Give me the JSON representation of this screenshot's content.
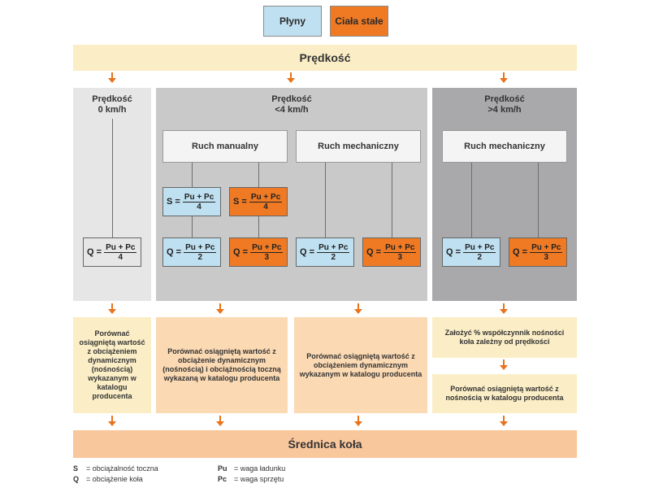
{
  "legend_top": {
    "fluids": "Płyny",
    "solids": "Ciała stałe"
  },
  "speed_band": "Prędkość",
  "panels": {
    "zero": {
      "title1": "Prędkość",
      "title2": "0 km/h"
    },
    "low": {
      "title1": "Prędkość",
      "title2": "<4 km/h"
    },
    "high": {
      "title1": "Prędkość",
      "title2": ">4 km/h"
    }
  },
  "modes": {
    "manual": "Ruch manualny",
    "mechanical_low": "Ruch mechaniczny",
    "mechanical_high": "Ruch mechaniczny"
  },
  "formula": {
    "S": "S",
    "Q": "Q",
    "eq": "=",
    "numerator": "Pu + Pc",
    "d2": "2",
    "d3": "3",
    "d4": "4"
  },
  "actions": {
    "a1": "Porównać osiągniętą wartość z obciążeniem dynamicznym (nośnością) wykazanym w katalogu producenta",
    "a2": "Porównać osiągniętą wartość z obciążenie dynamicznym (nośnością) i obciążnością toczną wykazaną w katalogu producenta",
    "a3": "Porównać osiągniętą wartość z obciążeniem dynamicznym wykazanym w katalogu producenta",
    "a4": "Założyć % współczynnik nośności koła zależny od prędkości",
    "a5": "Porównać osiągniętą wartość z nośnością w katalogu producenta"
  },
  "result_band": "Średnica koła",
  "legend_bottom": {
    "s_sym": "S",
    "s_text": "= obciążalność toczna",
    "q_sym": "Q",
    "q_text": "= obciążenie koła",
    "pu_sym": "Pu",
    "pu_text": "= waga ładunku",
    "pc_sym": "Pc",
    "pc_text": "= waga sprzętu"
  },
  "colors": {
    "fluids": "#bfe0f0",
    "solids": "#f07a24",
    "band": "#fbeec6",
    "result": "#f9c79c",
    "arrow": "#e8731b"
  }
}
